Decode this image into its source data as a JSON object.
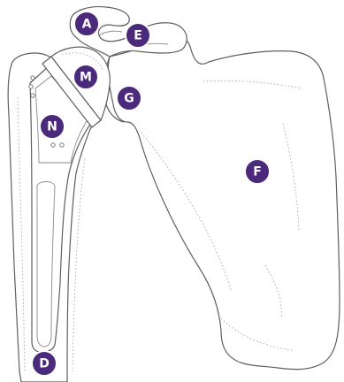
{
  "theme": {
    "marker_color": "#4b2a7b",
    "marker_text_color": "#ffffff",
    "line_color": "#5f5f5f"
  },
  "labels": [
    {
      "id": "A",
      "letter": "A"
    },
    {
      "id": "E",
      "letter": "E"
    },
    {
      "id": "M",
      "letter": "M"
    },
    {
      "id": "G",
      "letter": "G"
    },
    {
      "id": "N",
      "letter": "N"
    },
    {
      "id": "F",
      "letter": "F"
    },
    {
      "id": "D",
      "letter": "D"
    }
  ]
}
